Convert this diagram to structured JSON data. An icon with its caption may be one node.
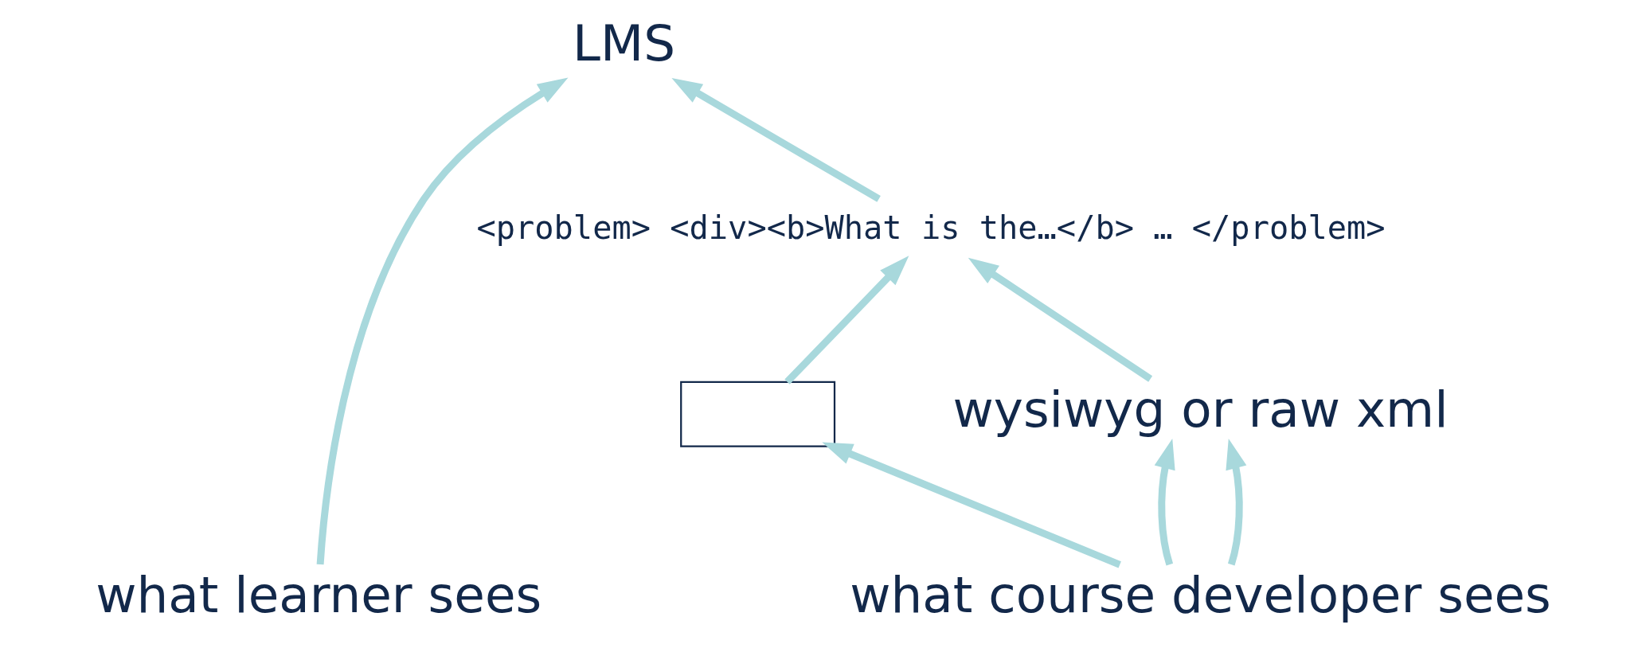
{
  "diagram": {
    "nodes": [
      {
        "text": [
          "<problem> <div><b>What is the…</b> … </problem>"
        ]
      },
      {
        "text": [],
        "shape": "box"
      },
      {
        "text": [
          "wysiwyg or raw xml"
        ]
      },
      {
        "text": [
          "what course developer sees"
        ]
      },
      {
        "text": [
          "LMS"
        ]
      },
      {
        "text": [
          "what learner sees"
        ]
      }
    ],
    "edges": [
      {
        "from": 1,
        "to": 0,
        "arrow": "to"
      },
      {
        "from": 2,
        "to": 0,
        "arrow": "to"
      },
      {
        "from": 0,
        "to": 4,
        "arrow": "to"
      },
      {
        "from": 3,
        "to": 1,
        "arrow": "to"
      },
      {
        "from": 3,
        "to": 2,
        "arrow": "to"
      },
      {
        "from": 3,
        "to": 2,
        "arrow": "to"
      },
      {
        "from": 5,
        "to": 4,
        "arrow": "to"
      }
    ]
  }
}
